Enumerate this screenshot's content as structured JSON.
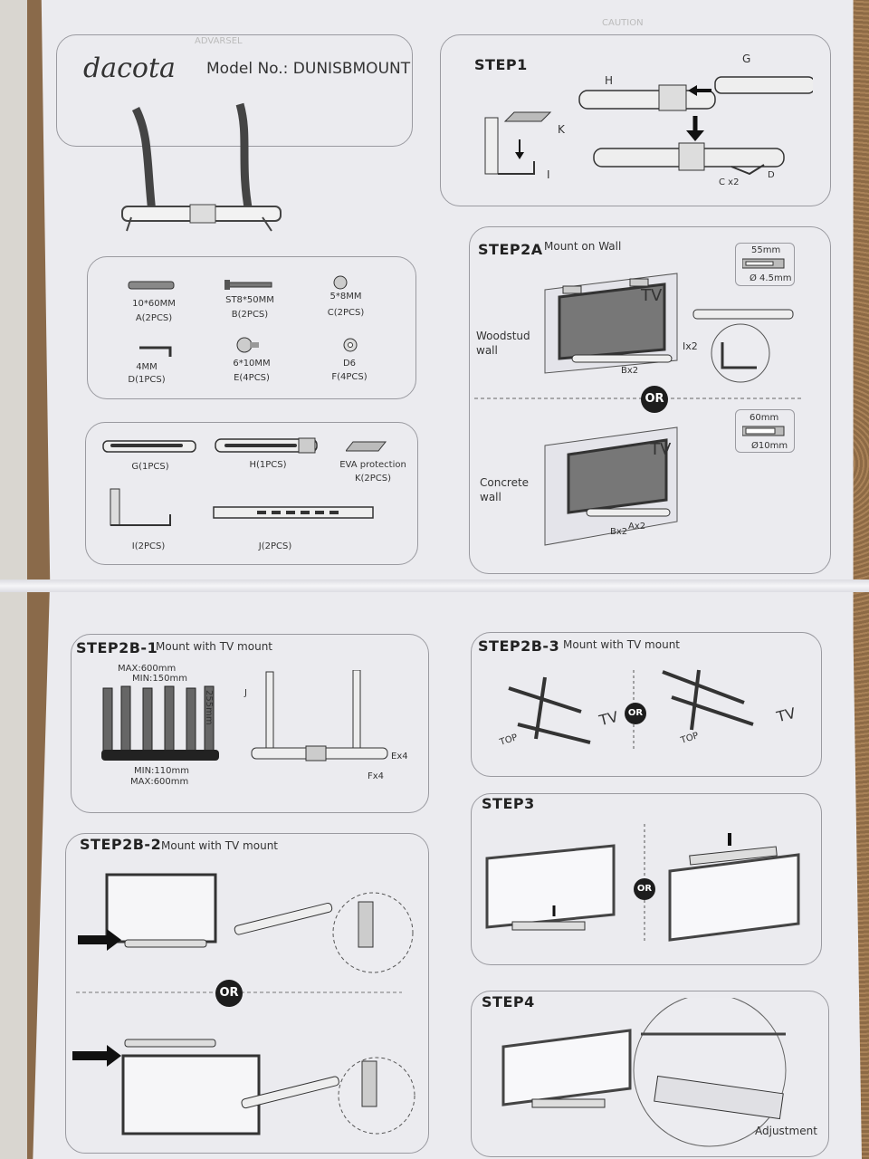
{
  "header": {
    "brand": "dacota",
    "model": "Model No.: DUNISBMOUNT",
    "ghost_left": "ADVARSEL",
    "ghost_right": "CAUTION"
  },
  "hardware": [
    {
      "size": "10*60MM",
      "qty": "A(2PCS)"
    },
    {
      "size": "ST8*50MM",
      "qty": "B(2PCS)"
    },
    {
      "size": "5*8MM",
      "qty": "C(2PCS)"
    },
    {
      "size": "4MM",
      "qty": "D(1PCS)"
    },
    {
      "size": "6*10MM",
      "qty": "E(4PCS)"
    },
    {
      "size": "D6",
      "qty": "F(4PCS)"
    }
  ],
  "parts": {
    "g": "G(1PCS)",
    "h": "H(1PCS)",
    "k_name": "EVA protection",
    "k_qty": "K(2PCS)",
    "i": "I(2PCS)",
    "j": "J(2PCS)"
  },
  "step1": {
    "title": "STEP1",
    "labels": {
      "h": "H",
      "g": "G",
      "k": "K",
      "i": "I",
      "c": "C x2",
      "d": "D"
    }
  },
  "step2a": {
    "title": "STEP2A",
    "subtitle": "Mount on Wall",
    "wood_label_1": "Woodstud",
    "wood_label_2": "wall",
    "tv": "TV",
    "bx2": "Bx2",
    "ix2": "Ix2",
    "depth1": "55mm",
    "dia1": "Ø 4.5mm",
    "or": "OR",
    "concrete_1": "Concrete",
    "concrete_2": "wall",
    "depth2": "60mm",
    "dia2": "Ø10mm",
    "bx2b": "Bx2",
    "ax2": "Ax2"
  },
  "step2b1": {
    "title": "STEP2B-1",
    "subtitle": "Mount with TV mount",
    "max_top": "MAX:600mm",
    "min_top": "MIN:150mm",
    "height": "255mm",
    "min_bottom": "MIN:110mm",
    "max_bottom": "MAX:600mm",
    "j": "J",
    "ex4": "Ex4",
    "fx4": "Fx4"
  },
  "step2b3": {
    "title": "STEP2B-3",
    "subtitle": "Mount with TV mount",
    "top": "TOP",
    "tv": "TV",
    "or": "OR"
  },
  "step2b2": {
    "title": "STEP2B-2",
    "subtitle": "Mount with TV mount",
    "or": "OR"
  },
  "step3": {
    "title": "STEP3",
    "or": "OR"
  },
  "step4": {
    "title": "STEP4",
    "adjustment": "Adjustment"
  }
}
